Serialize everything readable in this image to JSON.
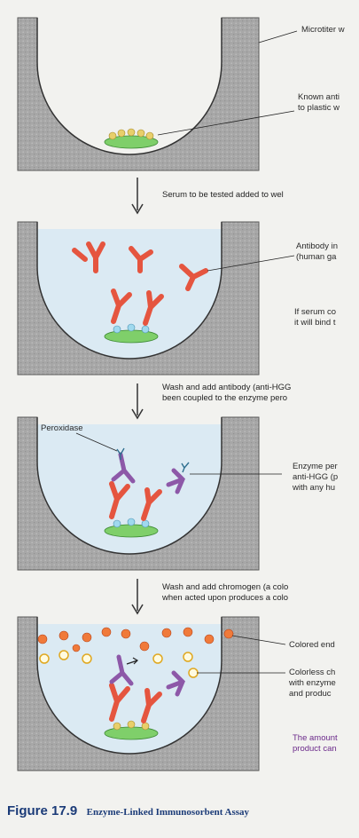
{
  "panels": [
    {
      "labels": [
        "Microtiter w",
        "Known anti",
        "to plastic w"
      ]
    },
    {
      "labels": [
        "Antibody in",
        "(human ga",
        "If serum co",
        "it will bind t"
      ]
    },
    {
      "labels": [
        "Peroxidase",
        "Enzyme per",
        "anti-HGG (p",
        "with any hu"
      ]
    },
    {
      "labels": [
        "Colored end",
        "Colorless ch",
        "with enzyme",
        "and produc",
        "The amount",
        "product can"
      ]
    }
  ],
  "steps": [
    [
      "Serum to be tested added to wel"
    ],
    [
      "Wash and add antibody (anti-HGG",
      "been coupled to the enzyme pero"
    ],
    [
      "Wash and add chromogen (a colo",
      "when acted upon produces a colo"
    ]
  ],
  "caption": {
    "figure": "Figure 17.9",
    "title": "Enzyme-Linked Immunosorbent Assay"
  },
  "colors": {
    "well": "#a9a9a9",
    "liquid": "#dbeaf3",
    "antigen": "#7fcf6a",
    "antibody": "#e5553f",
    "enzyme_antibody": "#8d58a8",
    "colored_product": "#f07a3a"
  }
}
